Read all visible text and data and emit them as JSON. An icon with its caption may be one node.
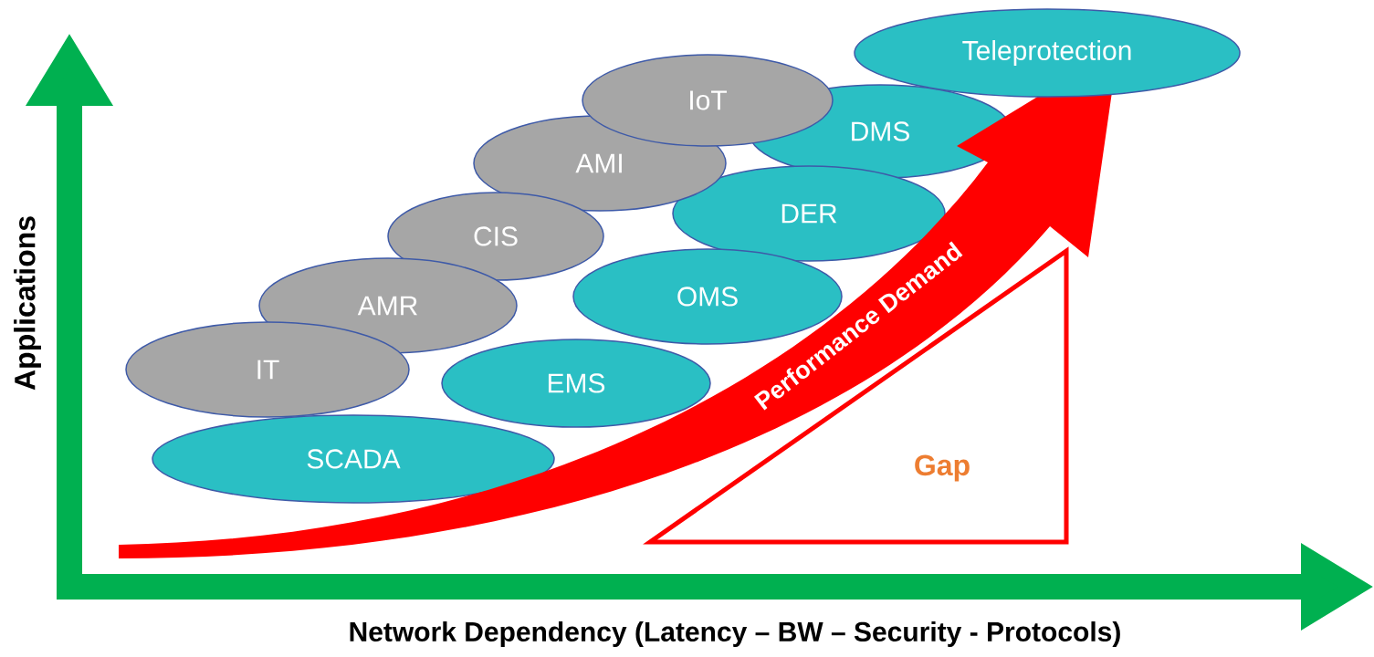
{
  "diagram": {
    "nodes": [
      {
        "text": [
          "Teleprotection"
        ]
      },
      {
        "text": [
          "IoT"
        ]
      },
      {
        "text": [
          "DMS"
        ]
      },
      {
        "text": [
          "AMI"
        ]
      },
      {
        "text": [
          "DER"
        ]
      },
      {
        "text": [
          "CIS"
        ]
      },
      {
        "text": [
          "OMS"
        ]
      },
      {
        "text": [
          "AMR"
        ]
      },
      {
        "text": [
          "IT"
        ]
      },
      {
        "text": [
          "EMS"
        ]
      },
      {
        "text": [
          "SCADA"
        ]
      },
      {
        "text": [
          "Gap"
        ]
      }
    ],
    "labels": [
      "Performance Demand",
      "Applications",
      "Network Dependency (Latency – BW – Security - Protocols)"
    ]
  }
}
